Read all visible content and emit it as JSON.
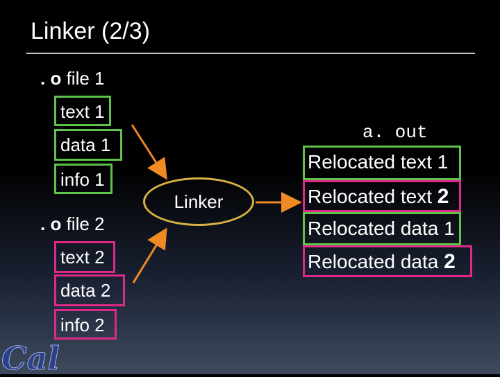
{
  "slide": {
    "title": "Linker (2/3)"
  },
  "file1": {
    "heading_dot": ". o",
    "heading_rest": " file 1",
    "text": "text 1",
    "data": "data 1",
    "info": "info 1"
  },
  "file2": {
    "heading_dot": ". o",
    "heading_rest": " file 2",
    "text": "text 2",
    "data": "data 2",
    "info": "info 2"
  },
  "linker": {
    "label": "Linker"
  },
  "output": {
    "name": "a. out",
    "rows": [
      {
        "text": "Relocated text ",
        "num": "1"
      },
      {
        "text": "Relocated text ",
        "num": "2"
      },
      {
        "text": "Relocated data ",
        "num": "1"
      },
      {
        "text": "Relocated data ",
        "num": "2"
      }
    ]
  },
  "logo": {
    "text": "Cal"
  },
  "colors": {
    "file1_border": "#5fc24a",
    "file2_border": "#e0288a",
    "linker_border": "#d9b243",
    "arrow": "#f08a24"
  }
}
